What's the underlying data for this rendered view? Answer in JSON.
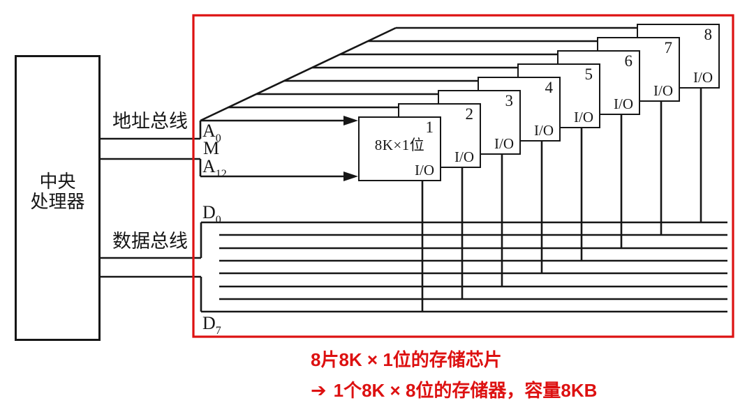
{
  "cpu": {
    "label_line1": "中央",
    "label_line2": "处理器"
  },
  "buses": {
    "address_label": "地址总线",
    "data_label": "数据总线"
  },
  "signals": {
    "a0": {
      "base": "A",
      "sub": "0"
    },
    "m": {
      "label": "M"
    },
    "a12": {
      "base": "A",
      "sub": "12"
    },
    "d0": {
      "base": "D",
      "sub": "0"
    },
    "d7": {
      "base": "D",
      "sub": "7"
    }
  },
  "chips": [
    {
      "number": "1",
      "capacity": "8K×1位",
      "io": "I/O"
    },
    {
      "number": "2",
      "io": "I/O"
    },
    {
      "number": "3",
      "io": "I/O"
    },
    {
      "number": "4",
      "io": "I/O"
    },
    {
      "number": "5",
      "io": "I/O"
    },
    {
      "number": "6",
      "io": "I/O"
    },
    {
      "number": "7",
      "io": "I/O"
    },
    {
      "number": "8",
      "io": "I/O"
    }
  ],
  "caption": {
    "line1": "8片8K × 1位的存储芯片",
    "arrow": "➔",
    "line2": "1个8K × 8位的存储器，容量8KB"
  },
  "colors": {
    "line": "#161616",
    "accent_red": "#dd1111",
    "background": "#ffffff"
  }
}
